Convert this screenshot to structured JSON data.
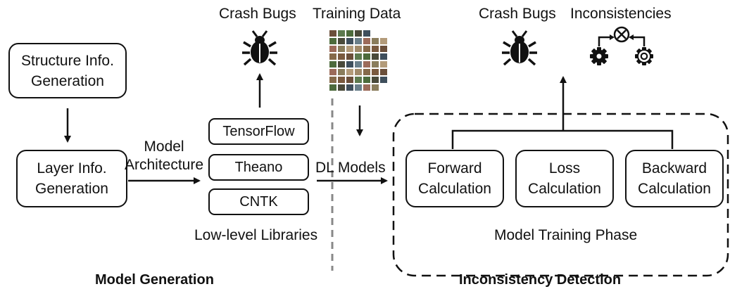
{
  "left_column": {
    "structure_box": "Structure Info.\nGeneration",
    "layer_box": "Layer Info.\nGeneration"
  },
  "model_architecture_label": "Model\nArchitecture",
  "libraries": {
    "items": [
      "TensorFlow",
      "Theano",
      "CNTK"
    ],
    "caption": "Low-level Libraries"
  },
  "crash_bugs_left": "Crash Bugs",
  "training_data": "Training Data",
  "dl_models": "DL Models",
  "crash_bugs_right": "Crash Bugs",
  "inconsistencies": "Inconsistencies",
  "training_phase": {
    "forward": "Forward\nCalculation",
    "loss": "Loss\nCalculation",
    "backward": "Backward\nCalculation",
    "caption": "Model Training Phase"
  },
  "section_titles": {
    "left": "Model Generation",
    "right": "Inconsistency Detection"
  },
  "icons": [
    "bug-icon",
    "training-images-icon",
    "bug-icon",
    "gear-icon",
    "x-circle-icon",
    "gear-outline-icon"
  ]
}
